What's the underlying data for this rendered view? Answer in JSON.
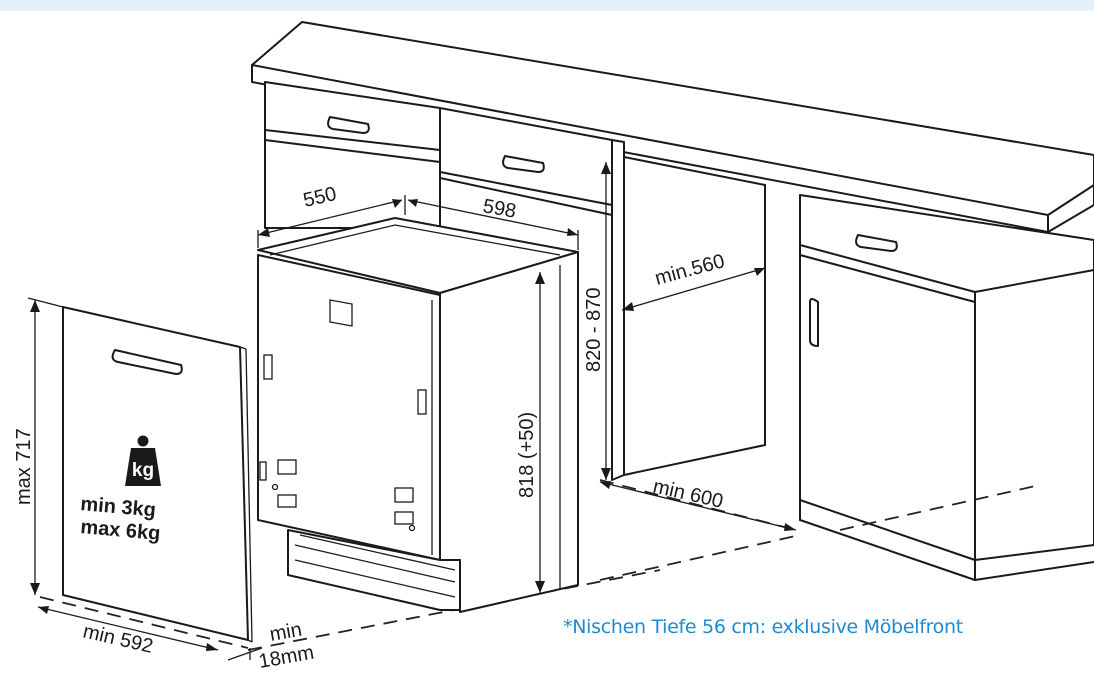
{
  "dimensions": {
    "cabinet_depth": "550",
    "cabinet_width": "598",
    "countertop_height": "820 - 870",
    "niche_depth_min": "min.560",
    "niche_width_min": "min 600",
    "appliance_height": "818 (+50)",
    "door_height_max": "max 717",
    "door_width_min": "min 592",
    "door_thickness_min": "min",
    "door_thickness_value": "18mm"
  },
  "door_weight": {
    "icon_label": "kg",
    "min_weight": "min  3kg",
    "max_weight": "max 6kg"
  },
  "footnote": "*Nischen Tiefe 56 cm: exklusive Möbelfront",
  "colors": {
    "footnote_text": "#1e8ad6",
    "top_band": "#e6f0f9",
    "line": "#1a1a1a"
  }
}
